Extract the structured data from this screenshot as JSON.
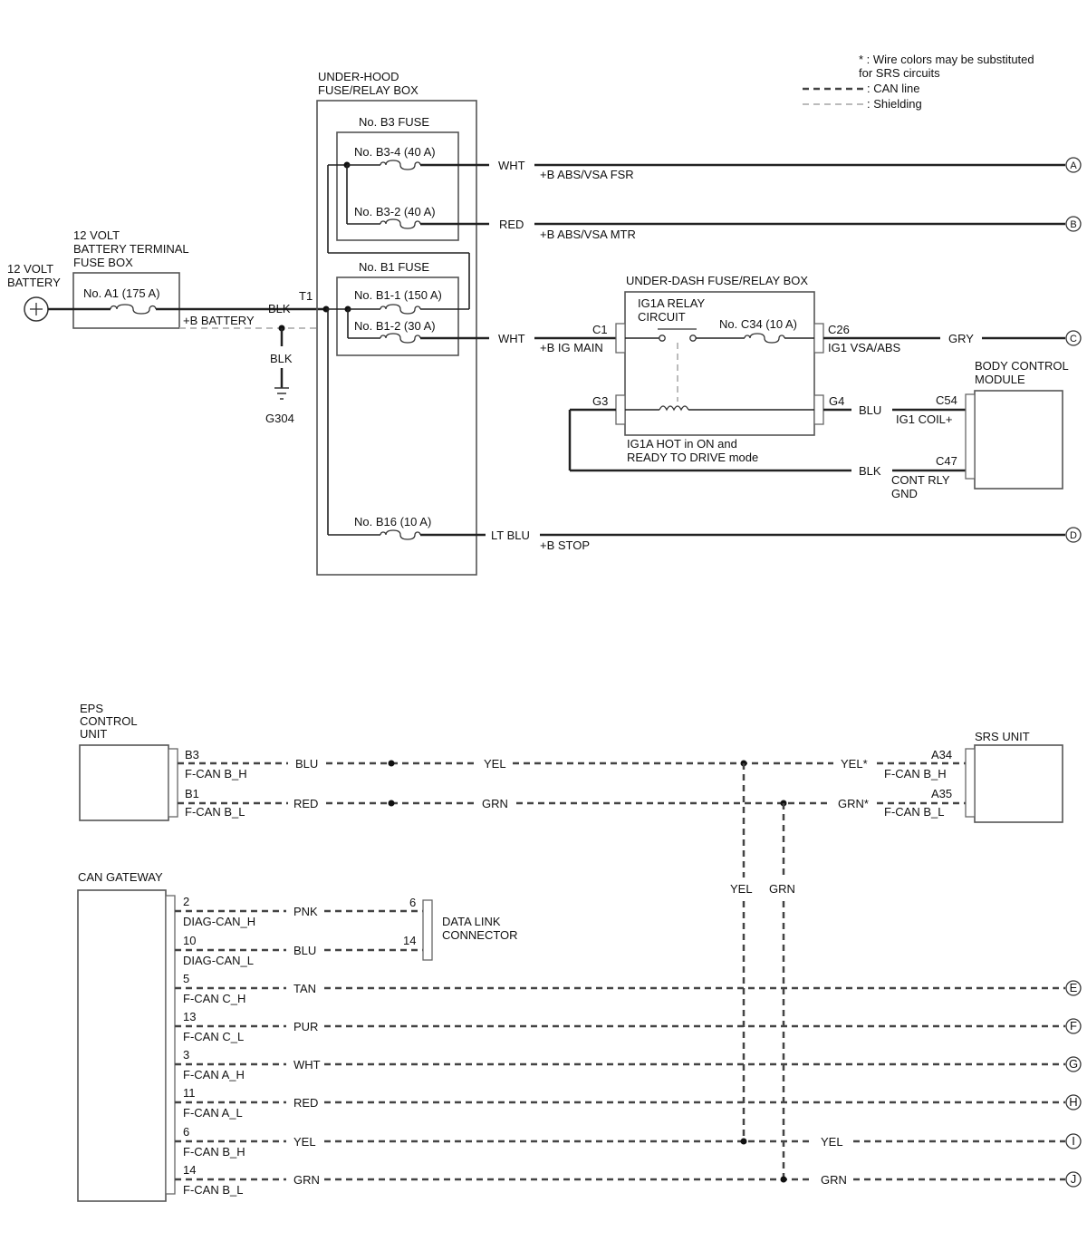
{
  "legend": {
    "note_line1": "* : Wire colors may be substituted",
    "note_line2": "for SRS circuits",
    "can_line": ": CAN line",
    "shielding": ": Shielding"
  },
  "battery": {
    "label_line1": "12 VOLT",
    "label_line2": "BATTERY"
  },
  "battery_fuse_box": {
    "label_line1": "12 VOLT",
    "label_line2": "BATTERY TERMINAL",
    "label_line3": "FUSE BOX",
    "fuse": "No. A1 (175 A)",
    "wire_label": "+B BATTERY"
  },
  "ground": {
    "wire_main": "BLK",
    "wire_down": "BLK",
    "terminal": "T1",
    "ground_id": "G304"
  },
  "under_hood_box": {
    "title_line1": "UNDER-HOOD",
    "title_line2": "FUSE/RELAY BOX",
    "b3_title": "No. B3 FUSE",
    "b3_4": "No. B3-4 (40 A)",
    "b3_2": "No. B3-2 (40 A)",
    "b1_title": "No. B1 FUSE",
    "b1_1": "No. B1-1 (150 A)",
    "b1_2": "No. B1-2 (30 A)",
    "b16": "No. B16 (10 A)"
  },
  "outputs": {
    "a_color": "WHT",
    "a_circuit": "+B ABS/VSA FSR",
    "a_term": "A",
    "b_color": "RED",
    "b_circuit": "+B ABS/VSA MTR",
    "b_term": "B",
    "c_color": "GRY",
    "c_term": "C",
    "d_color": "LT BLU",
    "d_circuit": "+B STOP",
    "d_term": "D"
  },
  "under_dash_box": {
    "title": "UNDER-DASH FUSE/RELAY BOX",
    "relay_line1": "IG1A RELAY",
    "relay_line2": "CIRCUIT",
    "fuse": "No. C34 (10 A)",
    "in_color": "WHT",
    "c1": "C1",
    "c1_circuit": "+B IG MAIN",
    "c26": "C26",
    "c26_circuit": "IG1 VSA/ABS",
    "g3": "G3",
    "g4": "G4",
    "g4_color": "BLU",
    "hot_line1": "IG1A HOT in ON and",
    "hot_line2": "READY TO DRIVE mode",
    "g3_return_color": "BLK"
  },
  "bcm": {
    "title_line1": "BODY CONTROL",
    "title_line2": "MODULE",
    "c54": "C54",
    "c54_circuit": "IG1 COIL+",
    "c47": "C47",
    "c47_circuit_line1": "CONT RLY",
    "c47_circuit_line2": "GND"
  },
  "eps": {
    "title_line1": "EPS",
    "title_line2": "CONTROL",
    "title_line3": "UNIT",
    "pin1": "B3",
    "pin1_sig": "F-CAN B_H",
    "pin1_color": "BLU",
    "pin2": "B1",
    "pin2_sig": "F-CAN B_L",
    "pin2_color": "RED",
    "mid_color1": "YEL",
    "mid_color2": "GRN",
    "drop_color1": "YEL",
    "drop_color2": "GRN"
  },
  "srs": {
    "title": "SRS UNIT",
    "pin1": "A34",
    "pin1_sig": "F-CAN B_H",
    "pin1_color": "YEL*",
    "pin2": "A35",
    "pin2_sig": "F-CAN B_L",
    "pin2_color": "GRN*"
  },
  "gateway": {
    "title": "CAN GATEWAY",
    "pins": [
      {
        "pin": "2",
        "sig": "DIAG-CAN_H",
        "color": "PNK"
      },
      {
        "pin": "10",
        "sig": "DIAG-CAN_L",
        "color": "BLU"
      },
      {
        "pin": "5",
        "sig": "F-CAN C_H",
        "color": "TAN",
        "term": "E"
      },
      {
        "pin": "13",
        "sig": "F-CAN C_L",
        "color": "PUR",
        "term": "F"
      },
      {
        "pin": "3",
        "sig": "F-CAN A_H",
        "color": "WHT",
        "term": "G"
      },
      {
        "pin": "11",
        "sig": "F-CAN A_L",
        "color": "RED",
        "term": "H"
      },
      {
        "pin": "6",
        "sig": "F-CAN B_H",
        "color": "YEL",
        "term": "I",
        "out_color": "YEL"
      },
      {
        "pin": "14",
        "sig": "F-CAN B_L",
        "color": "GRN",
        "term": "J",
        "out_color": "GRN"
      }
    ]
  },
  "dlc": {
    "title_line1": "DATA LINK",
    "title_line2": "CONNECTOR",
    "pin_h": "6",
    "pin_l": "14"
  }
}
